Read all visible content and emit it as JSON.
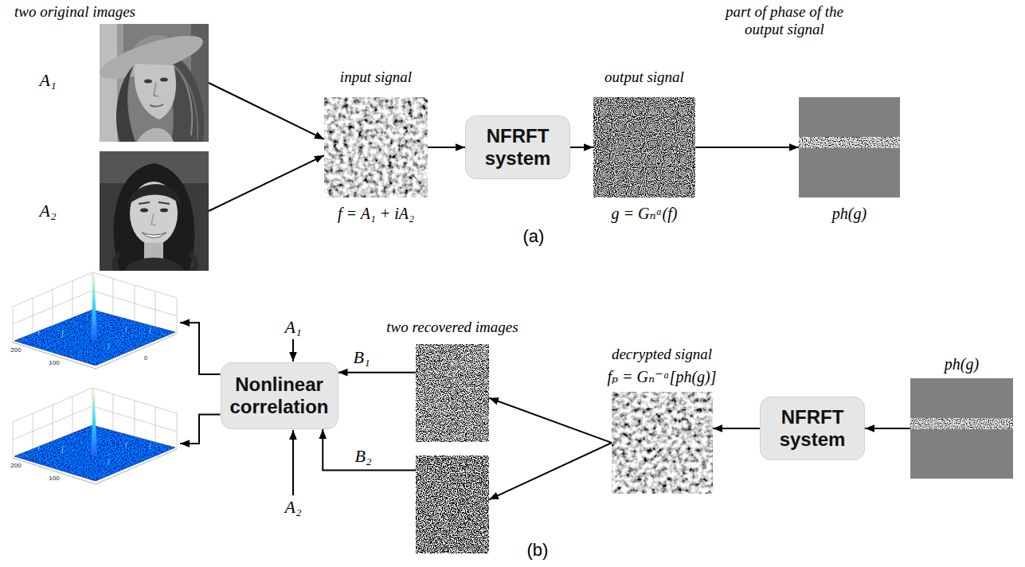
{
  "diagram": {
    "nodes": [
      {
        "text": [
          "A₁"
        ]
      },
      {
        "text": [
          "A₂"
        ]
      },
      {
        "text": [
          "input signal",
          "f = A₁ + iA₂"
        ]
      },
      {
        "text": [
          "NFRFT system"
        ]
      },
      {
        "text": [
          "output signal",
          "g = Gₙᵅ(f)"
        ]
      },
      {
        "text": [
          "part of phase of the output signal",
          "ph(g)"
        ]
      },
      {
        "text": [
          "ph(g)"
        ]
      },
      {
        "text": [
          "NFRFT system"
        ]
      },
      {
        "text": [
          "decrypted signal",
          "fₚ = Gₙ⁻ᵅ[ph(g)]"
        ]
      },
      {
        "text": [
          "B₁"
        ]
      },
      {
        "text": [
          "B₂"
        ]
      },
      {
        "text": [
          "Nonlinear correlation"
        ]
      },
      {
        "text": [
          "200",
          "100",
          "0"
        ]
      },
      {
        "text": [
          "200",
          "100"
        ]
      }
    ],
    "edges": [
      {
        "from": 0,
        "to": 2,
        "arrow": "to"
      },
      {
        "from": 1,
        "to": 2,
        "arrow": "to"
      },
      {
        "from": 2,
        "to": 3,
        "arrow": "to"
      },
      {
        "from": 3,
        "to": 4,
        "arrow": "to"
      },
      {
        "from": 4,
        "to": 5,
        "arrow": "to"
      },
      {
        "from": 6,
        "to": 7,
        "arrow": "to"
      },
      {
        "from": 7,
        "to": 8,
        "arrow": "to"
      },
      {
        "from": 8,
        "to": 9,
        "arrow": "to"
      },
      {
        "from": 8,
        "to": 10,
        "arrow": "to"
      },
      {
        "from": 9,
        "to": 11,
        "arrow": "to"
      },
      {
        "from": 10,
        "to": 11,
        "arrow": "to"
      },
      {
        "from": 11,
        "to": 12,
        "arrow": "to"
      },
      {
        "from": 11,
        "to": 13,
        "arrow": "to"
      }
    ],
    "labels": [
      "two original images",
      "(a)",
      "two recovered images",
      "A₁",
      "A₂",
      "(b)"
    ]
  }
}
